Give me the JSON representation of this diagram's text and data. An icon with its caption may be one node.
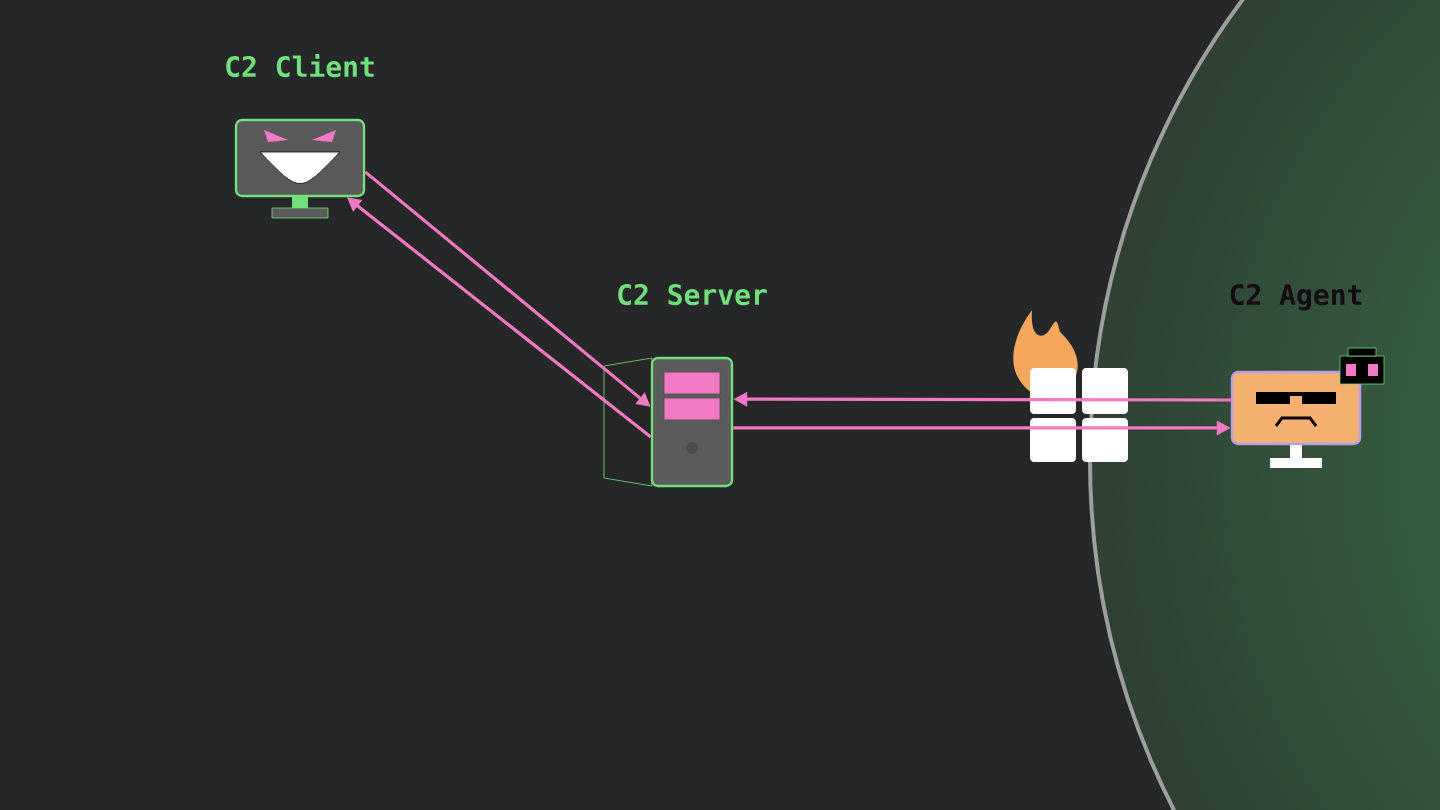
{
  "diagram": {
    "nodes": [
      {
        "text": [
          "C2 Client"
        ]
      },
      {
        "text": [
          "C2 Server"
        ]
      },
      {
        "text": [
          "C2 Agent"
        ]
      }
    ],
    "edges": [
      {
        "from": 0,
        "to": 1,
        "arrow": "to"
      },
      {
        "from": 1,
        "to": 0,
        "arrow": "to"
      },
      {
        "from": 2,
        "to": 1,
        "arrow": "to"
      },
      {
        "from": 1,
        "to": 2,
        "arrow": "to"
      }
    ]
  }
}
